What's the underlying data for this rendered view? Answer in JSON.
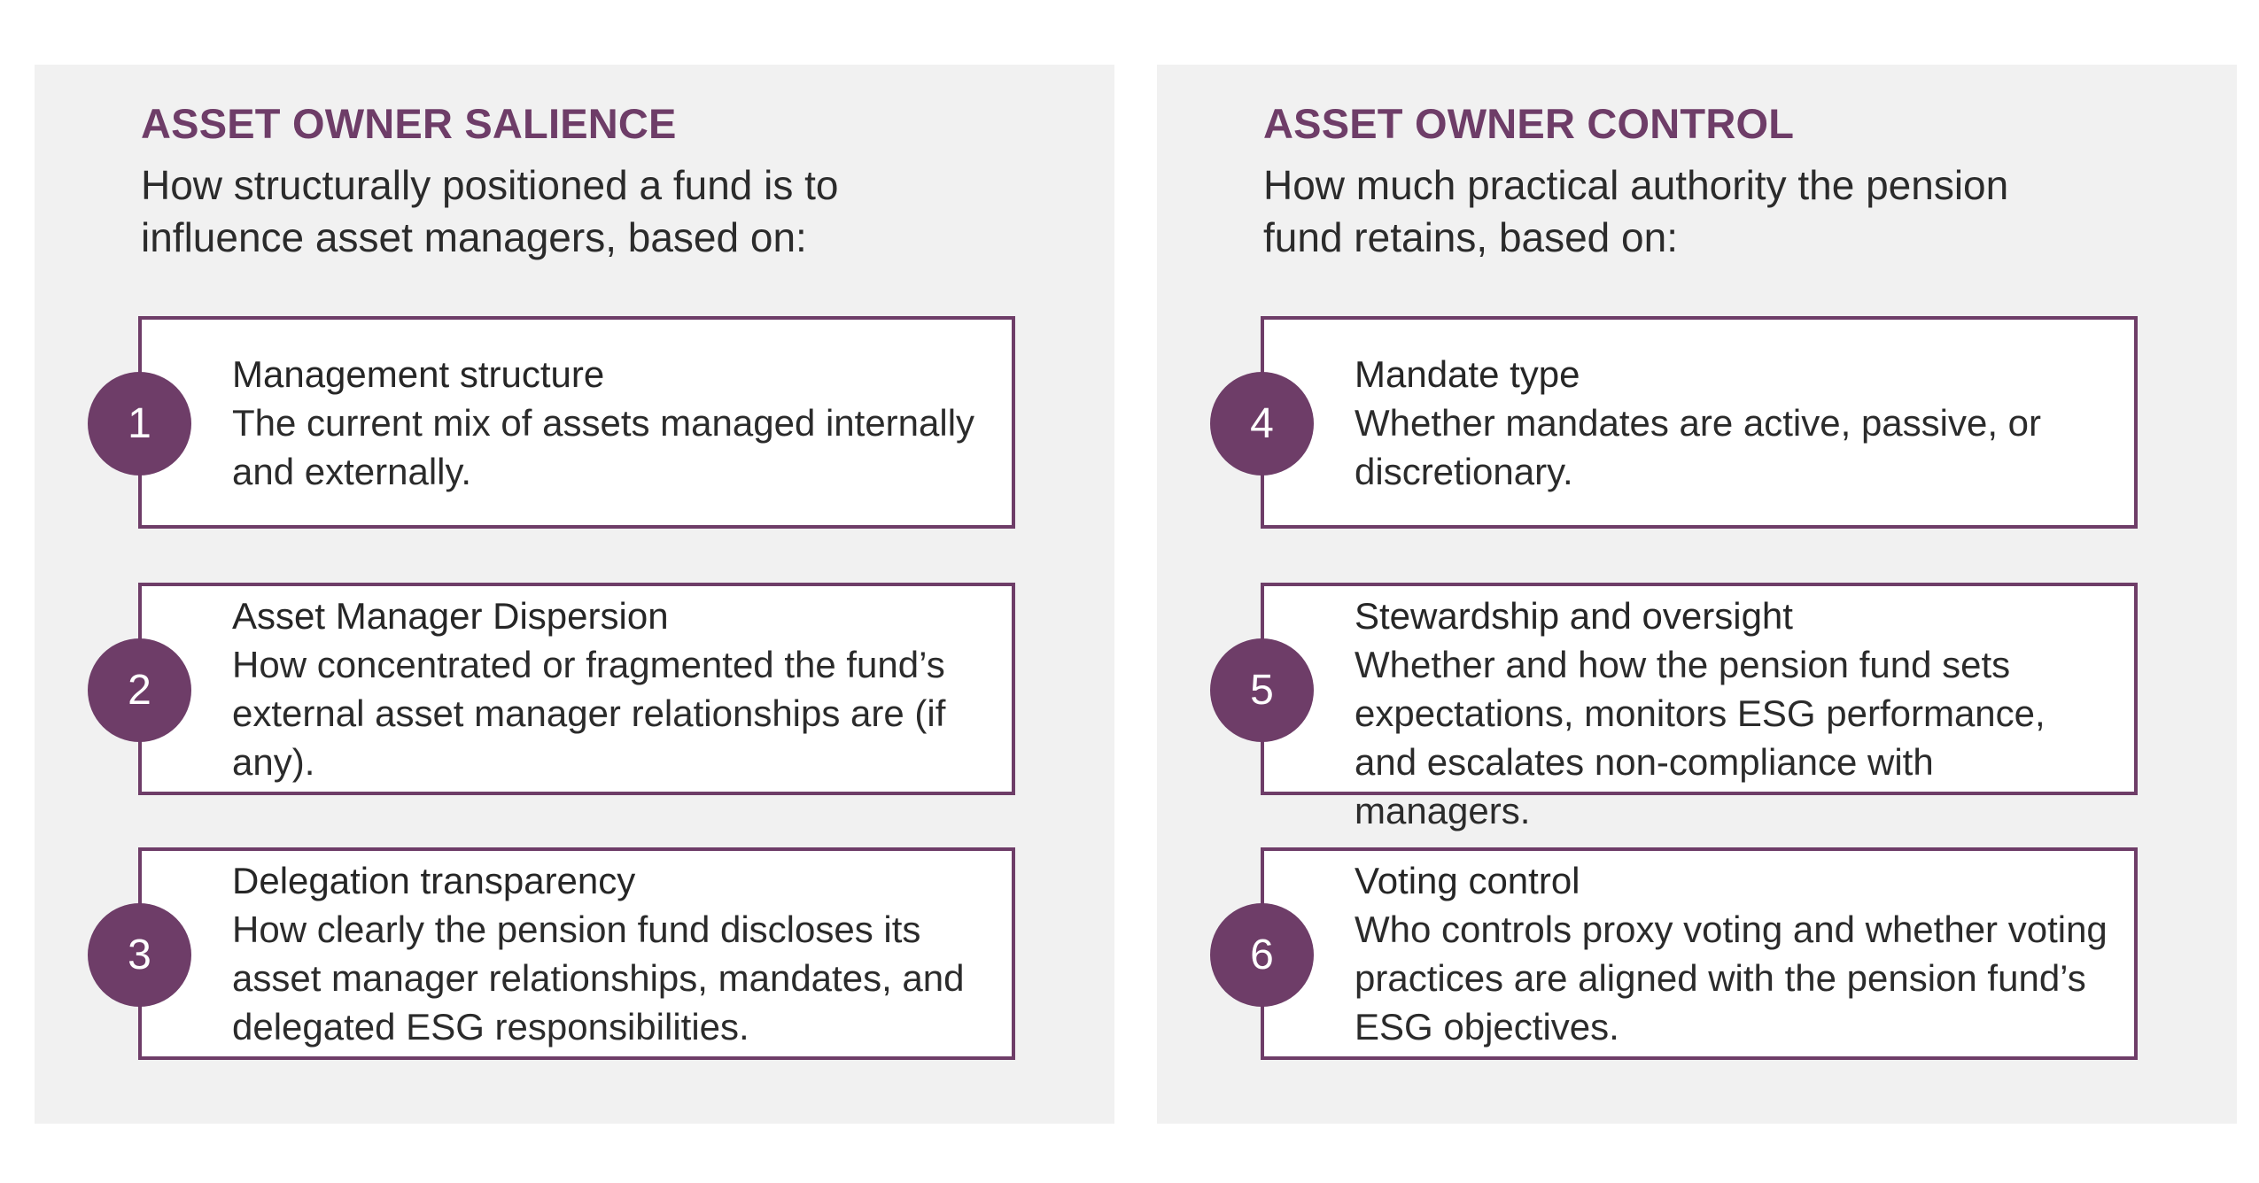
{
  "panels": [
    {
      "title": "ASSET OWNER SALIENCE",
      "subtitle": "How structurally positioned a fund is to influence asset managers, based on:",
      "items": [
        {
          "number": "1",
          "heading": "Management structure",
          "body": "The current mix of assets managed internally and externally."
        },
        {
          "number": "2",
          "heading": "Asset Manager Dispersion",
          "body": "How concentrated or fragmented the fund’s external asset manager relationships are (if any)."
        },
        {
          "number": "3",
          "heading": "Delegation transparency",
          "body": "How clearly the pension fund discloses its asset manager relationships, mandates, and delegated ESG responsibilities."
        }
      ]
    },
    {
      "title": "ASSET OWNER CONTROL",
      "subtitle": "How much practical authority the pension fund retains, based on:",
      "items": [
        {
          "number": "4",
          "heading": "Mandate type",
          "body": "Whether mandates are active, passive, or discretionary."
        },
        {
          "number": "5",
          "heading": "Stewardship and oversight",
          "body": "Whether and how the pension fund sets expectations, monitors ESG performance, and escalates non-compliance with managers."
        },
        {
          "number": "6",
          "heading": "Voting control",
          "body": "Who controls proxy voting and whether voting practices are aligned with the pension fund’s ESG objectives."
        }
      ]
    }
  ],
  "colors": {
    "accent": "#6e3d68",
    "panel_background": "#f1f1f1",
    "text": "#2b2b2b"
  }
}
